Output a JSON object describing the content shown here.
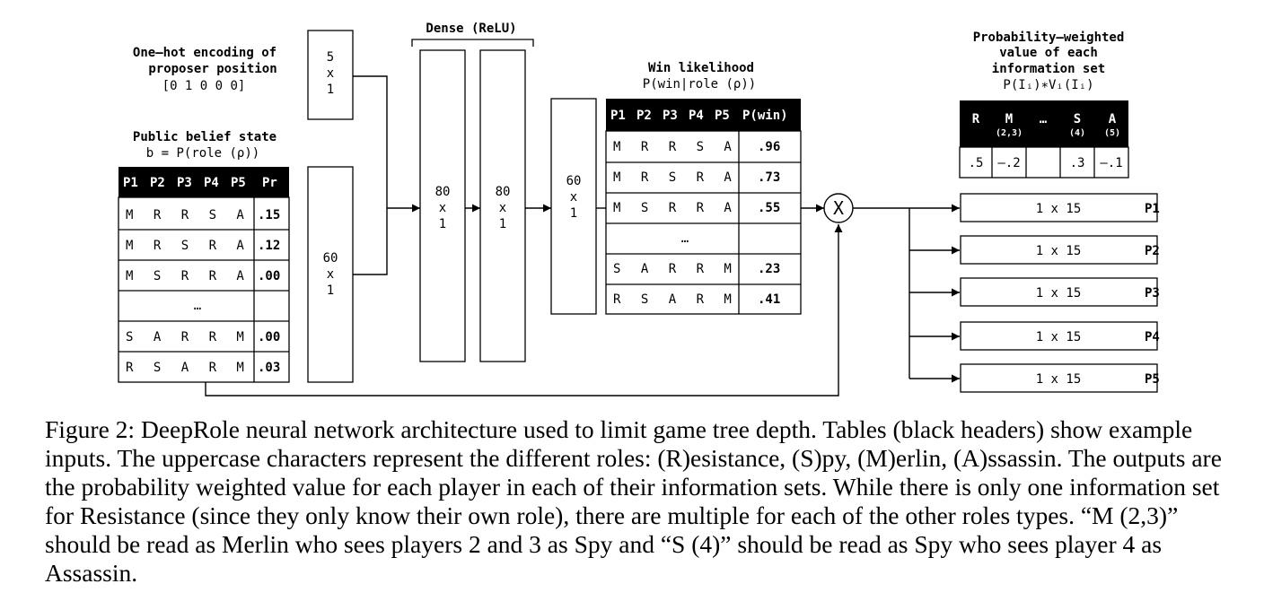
{
  "labels": {
    "onehot_line1": "One–hot encoding of",
    "onehot_line2": "proposer position",
    "onehot_line3": "[0 1 0 0 0]",
    "pbs_line1": "Public belief state",
    "pbs_line2": "b = P(role (ρ))",
    "dense": "Dense (ReLU)",
    "win_line1": "Win likelihood",
    "win_line2": "P(win|role (ρ))",
    "pw_line1": "Probability–weighted",
    "pw_line2": "value of each",
    "pw_line3": "information set",
    "pw_line4": "P(Iᵢ)∗Vᵢ(Iᵢ)",
    "multiply": "X"
  },
  "layers": {
    "input5": [
      "5",
      "x",
      "1"
    ],
    "input60": [
      "60",
      "x",
      "1"
    ],
    "dense1": [
      "80",
      "x",
      "1"
    ],
    "dense2": [
      "80",
      "x",
      "1"
    ],
    "hidden60": [
      "60",
      "x",
      "1"
    ]
  },
  "belief_table": {
    "headers": [
      "P1",
      "P2",
      "P3",
      "P4",
      "P5",
      "Pr"
    ],
    "rows": [
      {
        "roles": "M R R S A",
        "value": ".15"
      },
      {
        "roles": "M R S R A",
        "value": ".12"
      },
      {
        "roles": "M S R R A",
        "value": ".00"
      },
      {
        "roles": "…",
        "value": ""
      },
      {
        "roles": "S A R R M",
        "value": ".00"
      },
      {
        "roles": "R S A R M",
        "value": ".03"
      }
    ]
  },
  "win_table": {
    "headers": [
      "P1",
      "P2",
      "P3",
      "P4",
      "P5",
      "P(win)"
    ],
    "rows": [
      {
        "roles": "M R R S A",
        "value": ".96"
      },
      {
        "roles": "M R S R A",
        "value": ".73"
      },
      {
        "roles": "M S R R A",
        "value": ".55"
      },
      {
        "roles": "…",
        "value": ""
      },
      {
        "roles": "S A R R M",
        "value": ".23"
      },
      {
        "roles": "R S A R M",
        "value": ".41"
      }
    ]
  },
  "value_table": {
    "headers": [
      {
        "main": "R",
        "sub": ""
      },
      {
        "main": "M",
        "sub": "(2,3)"
      },
      {
        "main": "…",
        "sub": ""
      },
      {
        "main": "S",
        "sub": "(4)"
      },
      {
        "main": "A",
        "sub": "(5)"
      }
    ],
    "values": [
      ".5",
      "–.2",
      "",
      ".3",
      "–.1"
    ]
  },
  "outputs": [
    {
      "label": "1 x 15",
      "player": "P1"
    },
    {
      "label": "1 x 15",
      "player": "P2"
    },
    {
      "label": "1 x 15",
      "player": "P3"
    },
    {
      "label": "1 x 15",
      "player": "P4"
    },
    {
      "label": "1 x 15",
      "player": "P5"
    }
  ],
  "caption": "Figure 2: DeepRole neural network architecture used to limit game tree depth. Tables (black headers) show example inputs. The uppercase characters represent the different roles: (R)esistance, (S)py, (M)erlin, (A)ssassin. The outputs are the probability weighted value for each player in each of their information sets. While there is only one information set for Resistance (since they only know their own role), there are multiple for each of the other roles types. “M (2,3)” should be read as Merlin who sees players 2 and 3 as Spy and “S (4)” should be read as Spy who sees player 4 as Assassin."
}
